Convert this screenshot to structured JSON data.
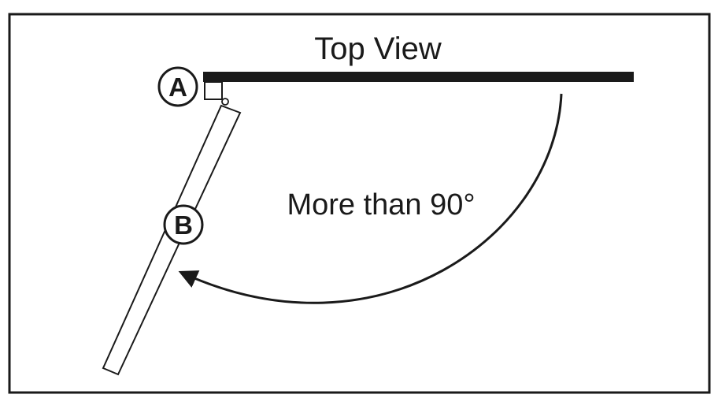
{
  "diagram": {
    "title": "Top View",
    "angle_label": "More than 90°",
    "markers": {
      "a": "A",
      "b": "B"
    }
  },
  "colors": {
    "stroke": "#1a1a1a",
    "background": "#ffffff"
  }
}
